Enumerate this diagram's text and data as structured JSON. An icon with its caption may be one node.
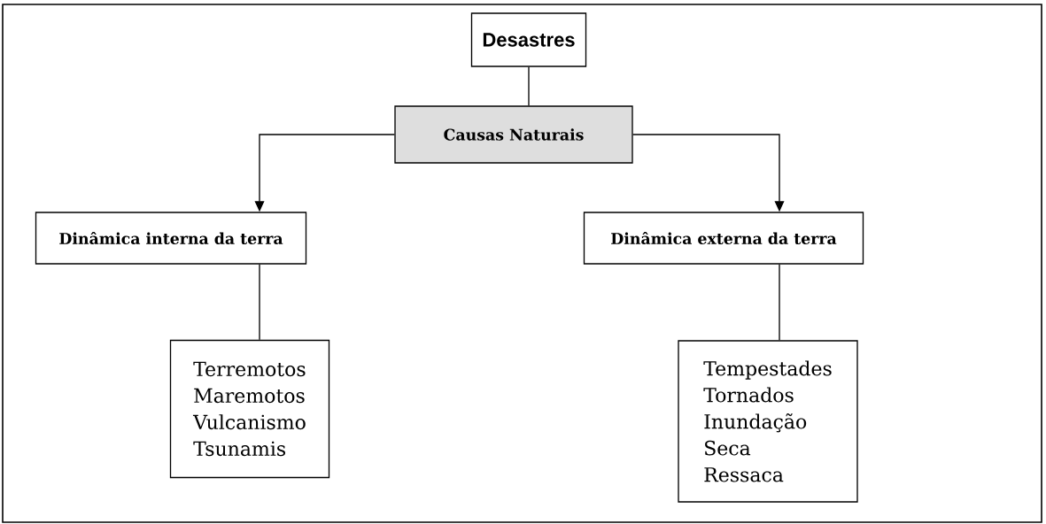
{
  "diagram": {
    "nodes": [
      {
        "text": [
          "Desastres"
        ]
      },
      {
        "text": [
          "Causas Naturais"
        ]
      },
      {
        "text": [
          "Dinâmica interna da terra"
        ]
      },
      {
        "text": [
          "Dinâmica externa da terra"
        ]
      },
      {
        "text": [
          "Terremotos",
          "Maremotos",
          "Vulcanismo",
          "Tsunamis"
        ]
      },
      {
        "text": [
          "Tempestades",
          "Tornados",
          "Inundação",
          "Seca",
          "Ressaca"
        ]
      }
    ],
    "edges": [
      {
        "from": 0,
        "to": 1,
        "arrow": "none"
      },
      {
        "from": 1,
        "to": 2,
        "arrow": "to"
      },
      {
        "from": 1,
        "to": 3,
        "arrow": "to"
      },
      {
        "from": 2,
        "to": 4,
        "arrow": "none"
      },
      {
        "from": 3,
        "to": 5,
        "arrow": "none"
      }
    ]
  }
}
